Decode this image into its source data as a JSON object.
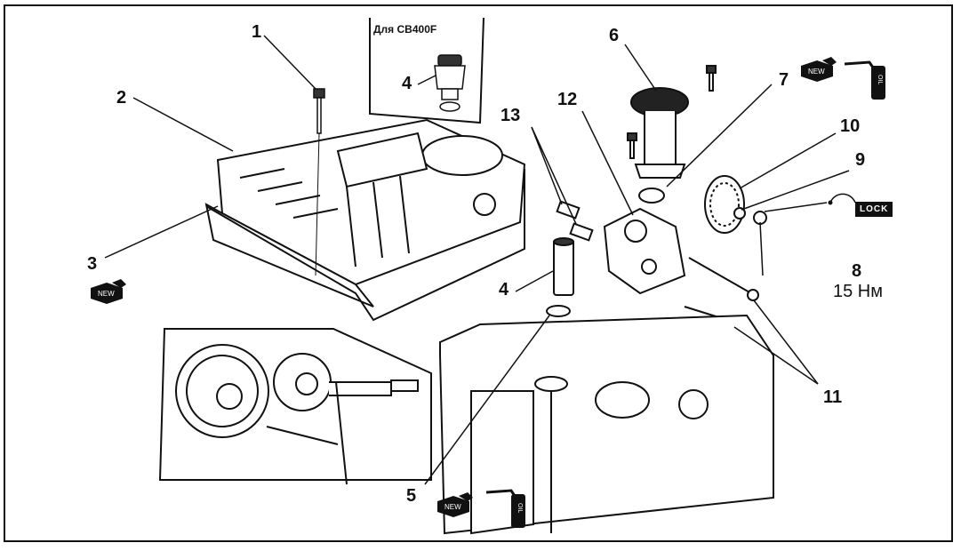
{
  "diagram": {
    "title": "Engine oil pan and oil pump exploded view",
    "inset": {
      "title": "Для CB400F",
      "part_label": "4"
    },
    "callouts": [
      {
        "id": "1",
        "label": "1"
      },
      {
        "id": "2",
        "label": "2"
      },
      {
        "id": "3",
        "label": "3"
      },
      {
        "id": "4",
        "label": "4"
      },
      {
        "id": "5",
        "label": "5"
      },
      {
        "id": "6",
        "label": "6"
      },
      {
        "id": "7",
        "label": "7"
      },
      {
        "id": "8",
        "label": "8"
      },
      {
        "id": "9",
        "label": "9"
      },
      {
        "id": "10",
        "label": "10"
      },
      {
        "id": "11",
        "label": "11"
      },
      {
        "id": "12",
        "label": "12"
      },
      {
        "id": "13",
        "label": "13"
      }
    ],
    "torque": "15 Нм",
    "symbols": {
      "new_part": "NEW",
      "oil": "OIL",
      "lock": "LOCK"
    }
  }
}
